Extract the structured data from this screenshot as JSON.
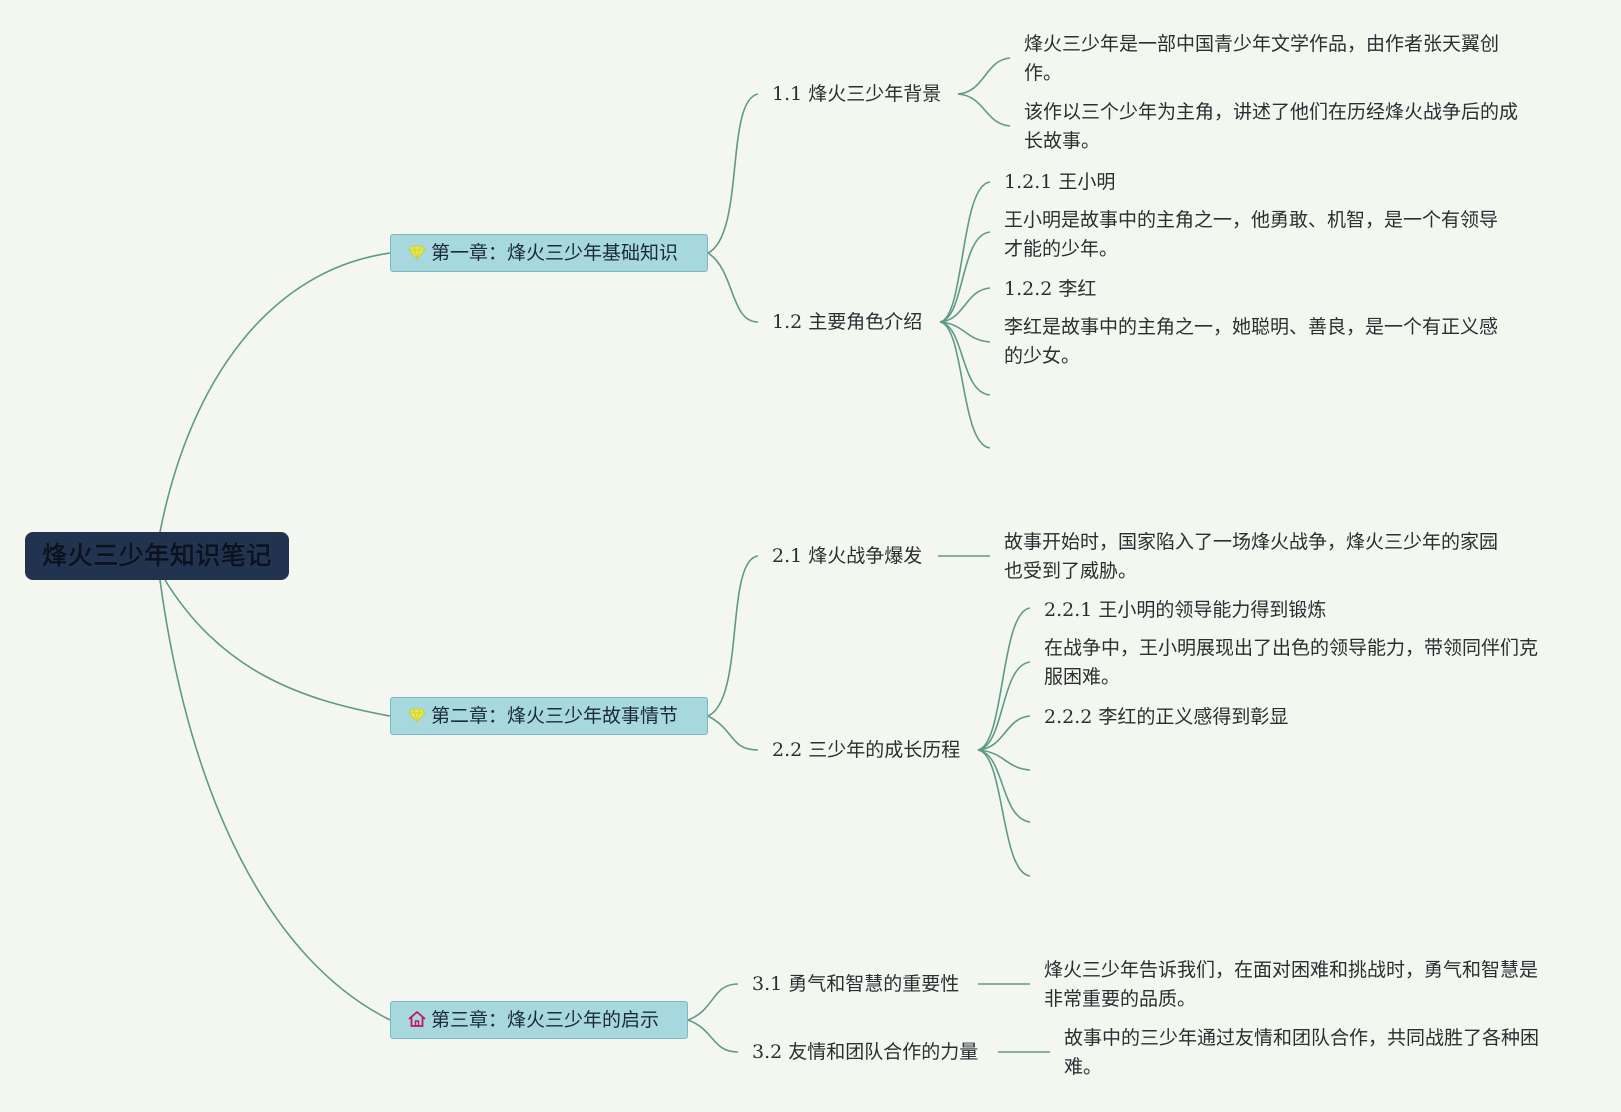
{
  "root": {
    "label": "烽火三少年知识笔记"
  },
  "chapters": [
    {
      "label": "第一章：烽火三少年基础知识",
      "icon": "diamond-icon",
      "sections": [
        {
          "label": "1.1 烽火三少年背景",
          "children": [
            "烽火三少年是一部中国青少年文学作品，由作者张天翼创作。",
            "该作以三个少年为主角，讲述了他们在历经烽火战争后的成长故事。"
          ]
        },
        {
          "label": "1.2 主要角色介绍",
          "children": [
            "1.2.1 王小明",
            "王小明是故事中的主角之一，他勇敢、机智，是一个有领导才能的少年。",
            "1.2.2 李红",
            "李红是故事中的主角之一，她聪明、善良，是一个有正义感的少女。"
          ]
        }
      ]
    },
    {
      "label": "第二章：烽火三少年故事情节",
      "icon": "diamond-icon",
      "sections": [
        {
          "label": "2.1 烽火战争爆发",
          "children": [
            "故事开始时，国家陷入了一场烽火战争，烽火三少年的家园也受到了威胁。"
          ]
        },
        {
          "label": "2.2 三少年的成长历程",
          "children": [
            "2.2.1 王小明的领导能力得到锻炼",
            "在战争中，王小明展现出了出色的领导能力，带领同伴们克服困难。",
            "2.2.2 李红的正义感得到彰显"
          ]
        }
      ]
    },
    {
      "label": "第三章：烽火三少年的启示",
      "icon": "house-icon",
      "sections": [
        {
          "label": "3.1 勇气和智慧的重要性",
          "children": [
            "烽火三少年告诉我们，在面对困难和挑战时，勇气和智慧是非常重要的品质。"
          ]
        },
        {
          "label": "3.2 友情和团队合作的力量",
          "children": [
            "故事中的三少年通过友情和团队合作，共同战胜了各种困难。"
          ]
        }
      ]
    }
  ],
  "colors": {
    "background": "#f3f7ef",
    "link": "#5f9a86",
    "root_fill": "#22334f",
    "chapter_fill": "#a7d8de",
    "diamond_icon": "#e8e84a",
    "house_icon": "#c2185b"
  }
}
